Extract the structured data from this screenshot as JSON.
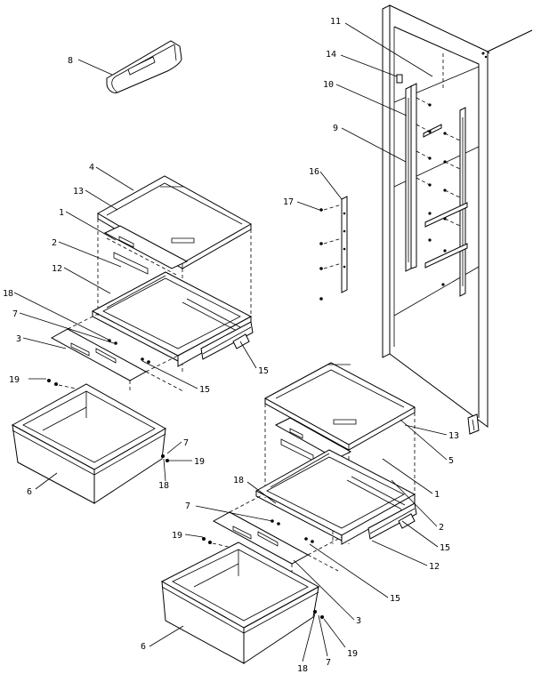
{
  "callouts": [
    {
      "id": "c1",
      "text": "8"
    },
    {
      "id": "c2",
      "text": "4"
    },
    {
      "id": "c3",
      "text": "13"
    },
    {
      "id": "c4",
      "text": "1"
    },
    {
      "id": "c5",
      "text": "2"
    },
    {
      "id": "c6",
      "text": "12"
    },
    {
      "id": "c7",
      "text": "18"
    },
    {
      "id": "c8",
      "text": "7"
    },
    {
      "id": "c9",
      "text": "3"
    },
    {
      "id": "c10",
      "text": "19"
    },
    {
      "id": "c11",
      "text": "15"
    },
    {
      "id": "c12",
      "text": "15"
    },
    {
      "id": "c13",
      "text": "6"
    },
    {
      "id": "c14",
      "text": "7"
    },
    {
      "id": "c15",
      "text": "19"
    },
    {
      "id": "c16",
      "text": "18"
    },
    {
      "id": "c17",
      "text": "11"
    },
    {
      "id": "c18",
      "text": "14"
    },
    {
      "id": "c19",
      "text": "10"
    },
    {
      "id": "c20",
      "text": "9"
    },
    {
      "id": "c21",
      "text": "16"
    },
    {
      "id": "c22",
      "text": "17"
    },
    {
      "id": "c23",
      "text": "13"
    },
    {
      "id": "c24",
      "text": "5"
    },
    {
      "id": "c25",
      "text": "1"
    },
    {
      "id": "c26",
      "text": "18"
    },
    {
      "id": "c27",
      "text": "2"
    },
    {
      "id": "c28",
      "text": "7"
    },
    {
      "id": "c29",
      "text": "15"
    },
    {
      "id": "c30",
      "text": "19"
    },
    {
      "id": "c31",
      "text": "12"
    },
    {
      "id": "c32",
      "text": "15"
    },
    {
      "id": "c33",
      "text": "3"
    },
    {
      "id": "c34",
      "text": "6"
    },
    {
      "id": "c35",
      "text": "18"
    },
    {
      "id": "c36",
      "text": "7"
    },
    {
      "id": "c37",
      "text": "19"
    }
  ]
}
